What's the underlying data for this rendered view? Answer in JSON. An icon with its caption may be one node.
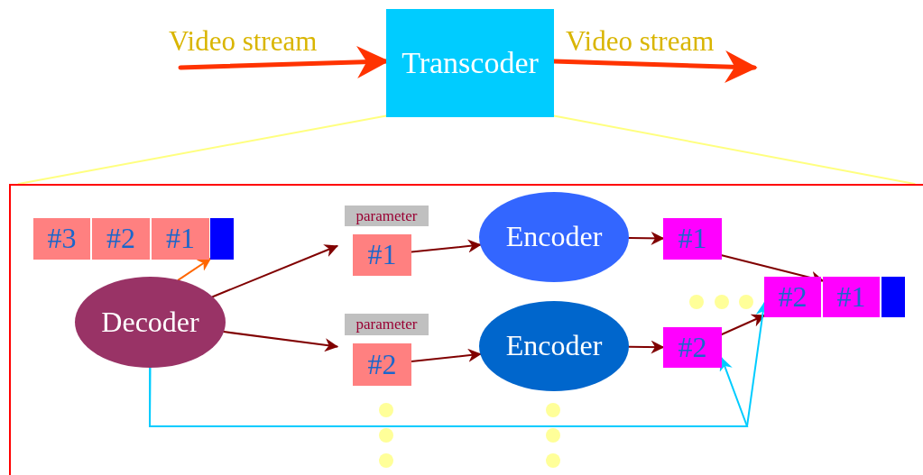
{
  "diagram": {
    "nodes": [
      {
        "text": [
          "Transcoder"
        ]
      },
      {
        "text": [],
        "shape": "box"
      },
      {
        "text": [
          "#3"
        ],
        "in": 1
      },
      {
        "text": [
          "#2"
        ],
        "in": 1
      },
      {
        "text": [
          "#1"
        ],
        "in": 1
      },
      {
        "text": [],
        "shape": "bar",
        "in": 1
      },
      {
        "text": [
          "Decoder"
        ],
        "in": 1
      },
      {
        "text": [
          "parameter"
        ],
        "in": 1
      },
      {
        "text": [
          "#1"
        ],
        "in": 1
      },
      {
        "text": [
          "parameter"
        ],
        "in": 1
      },
      {
        "text": [
          "#2"
        ],
        "in": 1
      },
      {
        "text": [
          "Encoder"
        ],
        "in": 1
      },
      {
        "text": [
          "Encoder"
        ],
        "in": 1
      },
      {
        "text": [
          "#1"
        ],
        "in": 1
      },
      {
        "text": [
          "#2"
        ],
        "in": 1
      },
      {
        "text": [
          "#2"
        ],
        "in": 1
      },
      {
        "text": [
          "#1"
        ],
        "in": 1
      },
      {
        "text": [],
        "shape": "bar",
        "in": 1
      }
    ],
    "edges": [
      {
        "from": null,
        "to": 0,
        "arrow": "to",
        "label": "Video stream",
        "style": "thick",
        "color": "#ff3300"
      },
      {
        "from": 0,
        "to": null,
        "arrow": "to",
        "label": "Video stream",
        "style": "thick",
        "color": "#ff3300"
      },
      {
        "from": 0,
        "to": 1,
        "arrow": "none",
        "color": "#ffff80"
      },
      {
        "from": 0,
        "to": 1,
        "arrow": "none",
        "color": "#ffff80"
      },
      {
        "from": 6,
        "to": 5,
        "arrow": "to",
        "color": "#ff6600"
      },
      {
        "from": 6,
        "to": 8,
        "arrow": "to"
      },
      {
        "from": 6,
        "to": 10,
        "arrow": "to"
      },
      {
        "from": 8,
        "to": 11,
        "arrow": "to"
      },
      {
        "from": 10,
        "to": 12,
        "arrow": "to"
      },
      {
        "from": 11,
        "to": 13,
        "arrow": "to"
      },
      {
        "from": 12,
        "to": 14,
        "arrow": "to"
      },
      {
        "from": 13,
        "to": 16,
        "arrow": "to"
      },
      {
        "from": 14,
        "to": 15,
        "arrow": "to"
      },
      {
        "from": 6,
        "to": 14,
        "arrow": "to",
        "color": "#00ccff"
      },
      {
        "from": 6,
        "to": 15,
        "arrow": "to",
        "color": "#00ccff"
      }
    ]
  }
}
